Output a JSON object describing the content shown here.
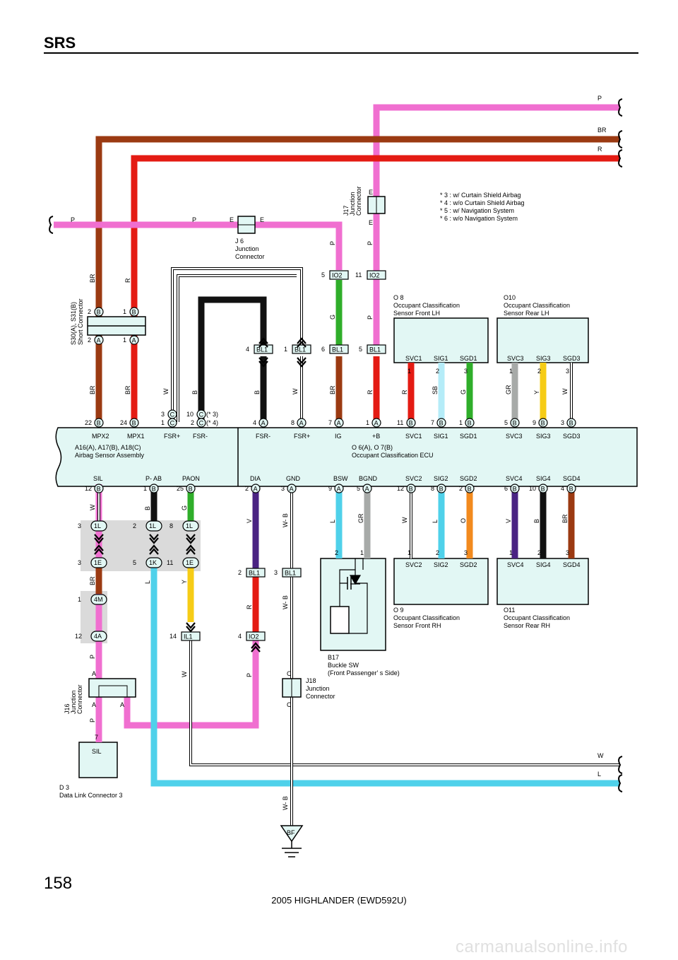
{
  "header": {
    "title": "SRS",
    "page_number": "158",
    "footer": "2005 HIGHLANDER (EWD592U)",
    "watermark": "carmanualsonline.info"
  },
  "notes": [
    "* 3 : w/ Curtain Shield Airbag",
    "* 4 : w/o Curtain Shield Airbag",
    "* 5 : w/ Navigation System",
    "* 6 : w/o Navigation System"
  ],
  "components": {
    "ecu_airbag": [
      "A16(A), A17(B), A18(C)",
      "Airbag Sensor Assembly"
    ],
    "ecu_occ": [
      "O 6(A), O 7(B)",
      "Occupant Classification ECU"
    ],
    "j6": [
      "J 6",
      "Junction",
      "Connector"
    ],
    "j17": [
      "J17",
      "Junction",
      "Connector"
    ],
    "s30": [
      "S30(A), S31(B)",
      "Short Connector"
    ],
    "o8": [
      "O 8",
      "Occupant Classification",
      "Sensor Front LH"
    ],
    "o10": [
      "O10",
      "Occupant Classification",
      "Sensor Rear LH"
    ],
    "o9": [
      "O 9",
      "Occupant Classification",
      "Sensor Front RH"
    ],
    "o11": [
      "O11",
      "Occupant Classification",
      "Sensor Rear RH"
    ],
    "b17": [
      "B17",
      "Buckle SW",
      "(Front Passenger' s Side)"
    ],
    "j16": [
      "J16",
      "Junction",
      "Connector"
    ],
    "j18": [
      "J18",
      "Junction",
      "Connector"
    ],
    "d3": [
      "D 3",
      "Data Link Connector 3"
    ],
    "d3_pin": "SIL",
    "ground": "BF"
  },
  "pins": {
    "airbag_top": [
      "MPX2",
      "MPX1",
      "FSR+",
      "FSR-"
    ],
    "airbag_bottom": [
      "SIL",
      "P- AB",
      "PAON"
    ],
    "occ_top": [
      "FSR-",
      "FSR+",
      "IG",
      "+B",
      "SVC1",
      "SIG1",
      "SGD1",
      "SVC3",
      "SIG3",
      "SGD3"
    ],
    "occ_bottom": [
      "DIA",
      "GND",
      "BSW",
      "BGND",
      "SVC2",
      "SIG2",
      "SGD2",
      "SVC4",
      "SIG4",
      "SGD4"
    ],
    "o8": [
      "SVC1",
      "SIG1",
      "SGD1"
    ],
    "o10": [
      "SVC3",
      "SIG3",
      "SGD3"
    ],
    "o9": [
      "SVC2",
      "SIG2",
      "SGD2"
    ],
    "o11": [
      "SVC4",
      "SIG4",
      "SGD4"
    ]
  },
  "colors": {
    "P": "#f06fd0",
    "BR": "#9b3a12",
    "R": "#e41b13",
    "G": "#2fae2a",
    "B": "#111111",
    "W": "#ffffff",
    "L": "#4fd1ea",
    "SB": "#b5ecf8",
    "Y": "#f6cc16",
    "GR": "#a7aaa8",
    "V": "#4a2383",
    "O": "#f28a1e",
    "WB": "#ffffff",
    "box": "#e2f7f4"
  }
}
